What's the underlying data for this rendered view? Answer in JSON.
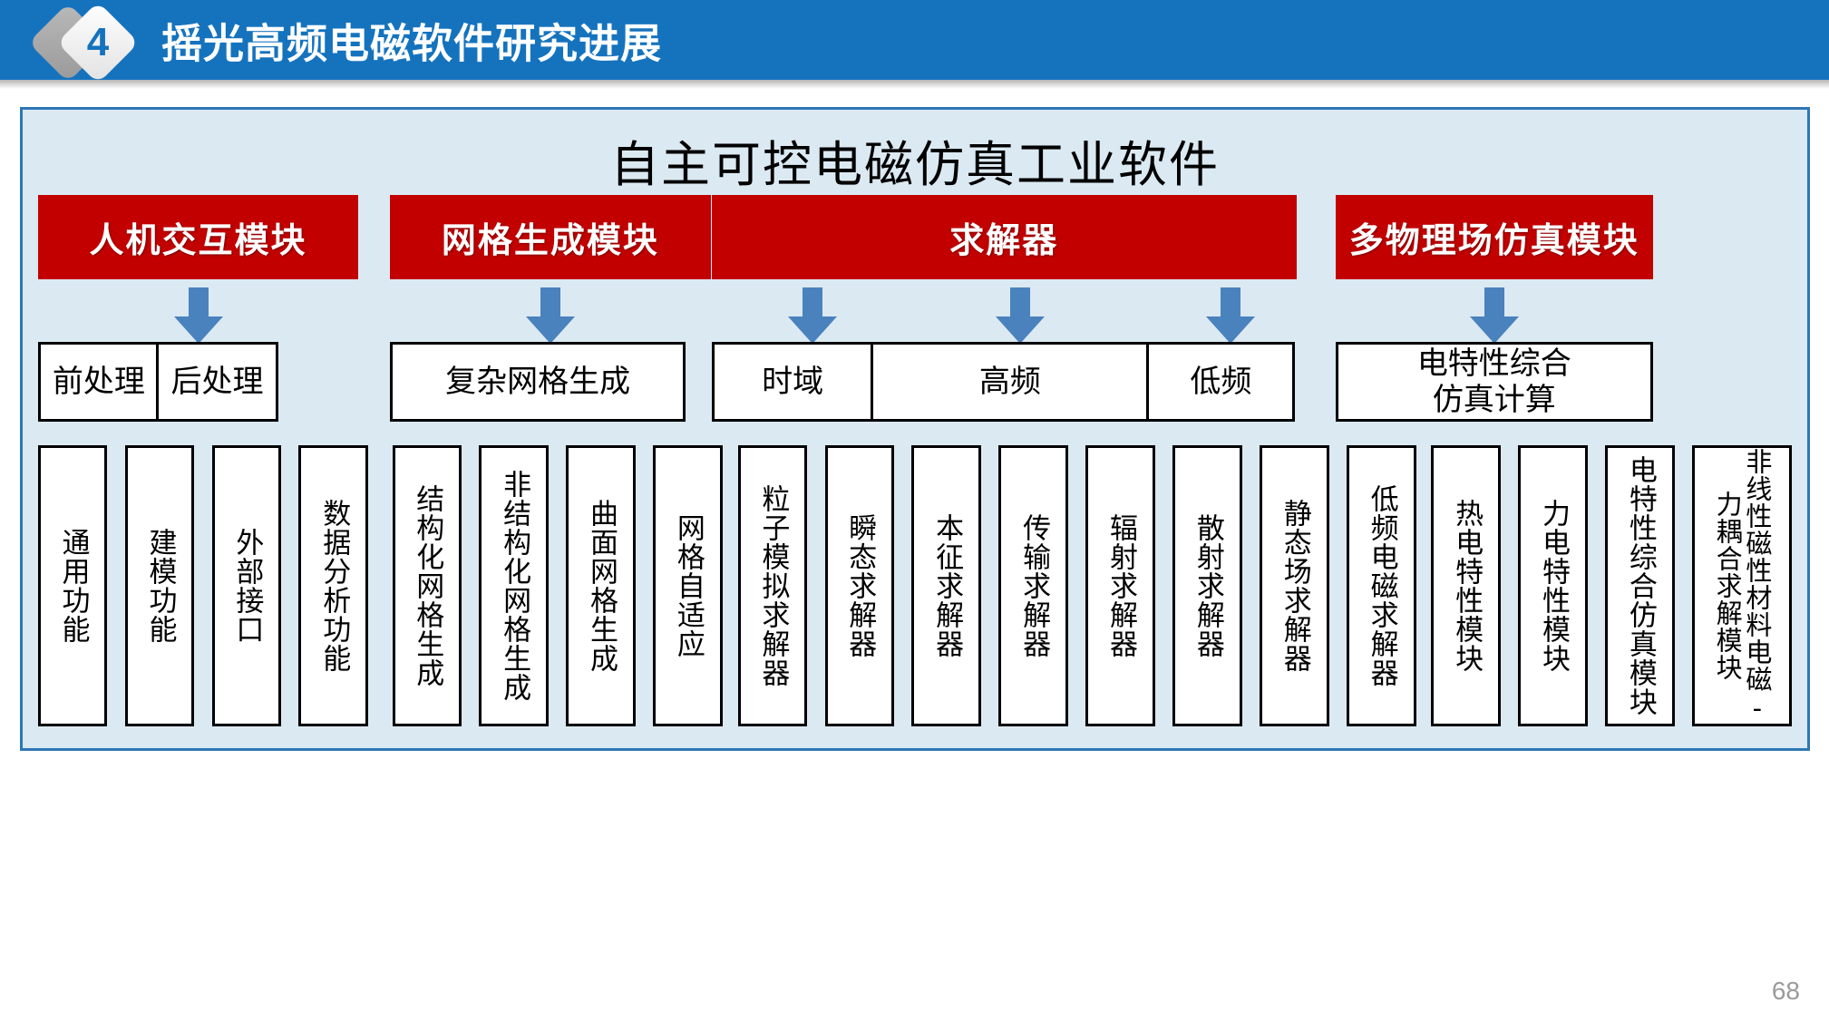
{
  "header": {
    "badge_number": "4",
    "title": "摇光高频电磁软件研究进展",
    "bar_color": "#1573be",
    "badge_color": "#ffffff"
  },
  "panel": {
    "title": "自主可控电磁仿真工业软件",
    "background": "#dbe9f2",
    "border_color": "#2e77b5"
  },
  "colors": {
    "module_red": "#c20000",
    "arrow_blue": "#4a82bd",
    "box_white": "#ffffff",
    "box_border": "#000000"
  },
  "modules": [
    {
      "id": "hci",
      "header": "人机交互模块",
      "middle": [
        "前处理",
        "后处理"
      ],
      "arrows": 1,
      "children": [
        "通用功能",
        "建模功能",
        "外部接口",
        "数据分析功能"
      ]
    },
    {
      "id": "mesh",
      "header": "网格生成模块",
      "middle": [
        "复杂网格生成"
      ],
      "arrows": 1,
      "children": [
        "结构化网格生成",
        "非结构化网格生成",
        "曲面网格生成",
        "网格自适应"
      ]
    },
    {
      "id": "solver",
      "header": "求解器",
      "middle": [
        "时域",
        "高频",
        "低频"
      ],
      "arrows": 3,
      "children": [
        "粒子模拟求解器",
        "瞬态求解器",
        "本征求解器",
        "传输求解器",
        "辐射求解器",
        "散射求解器",
        "静态场求解器",
        "低频电磁求解器"
      ]
    },
    {
      "id": "multiphysics",
      "header": "多物理场仿真模块",
      "middle": [
        "电特性综合\n仿真计算"
      ],
      "middle_lines": [
        "电特性综合",
        "仿真计算"
      ],
      "arrows": 1,
      "children": [
        "热电特性模块",
        "力电特性模块",
        "电特性综合仿真模块"
      ],
      "children_dual": [
        [
          "非线性磁性材料电磁-",
          "力耦合求解模块"
        ]
      ]
    }
  ],
  "footer": {
    "page_number": "68"
  }
}
